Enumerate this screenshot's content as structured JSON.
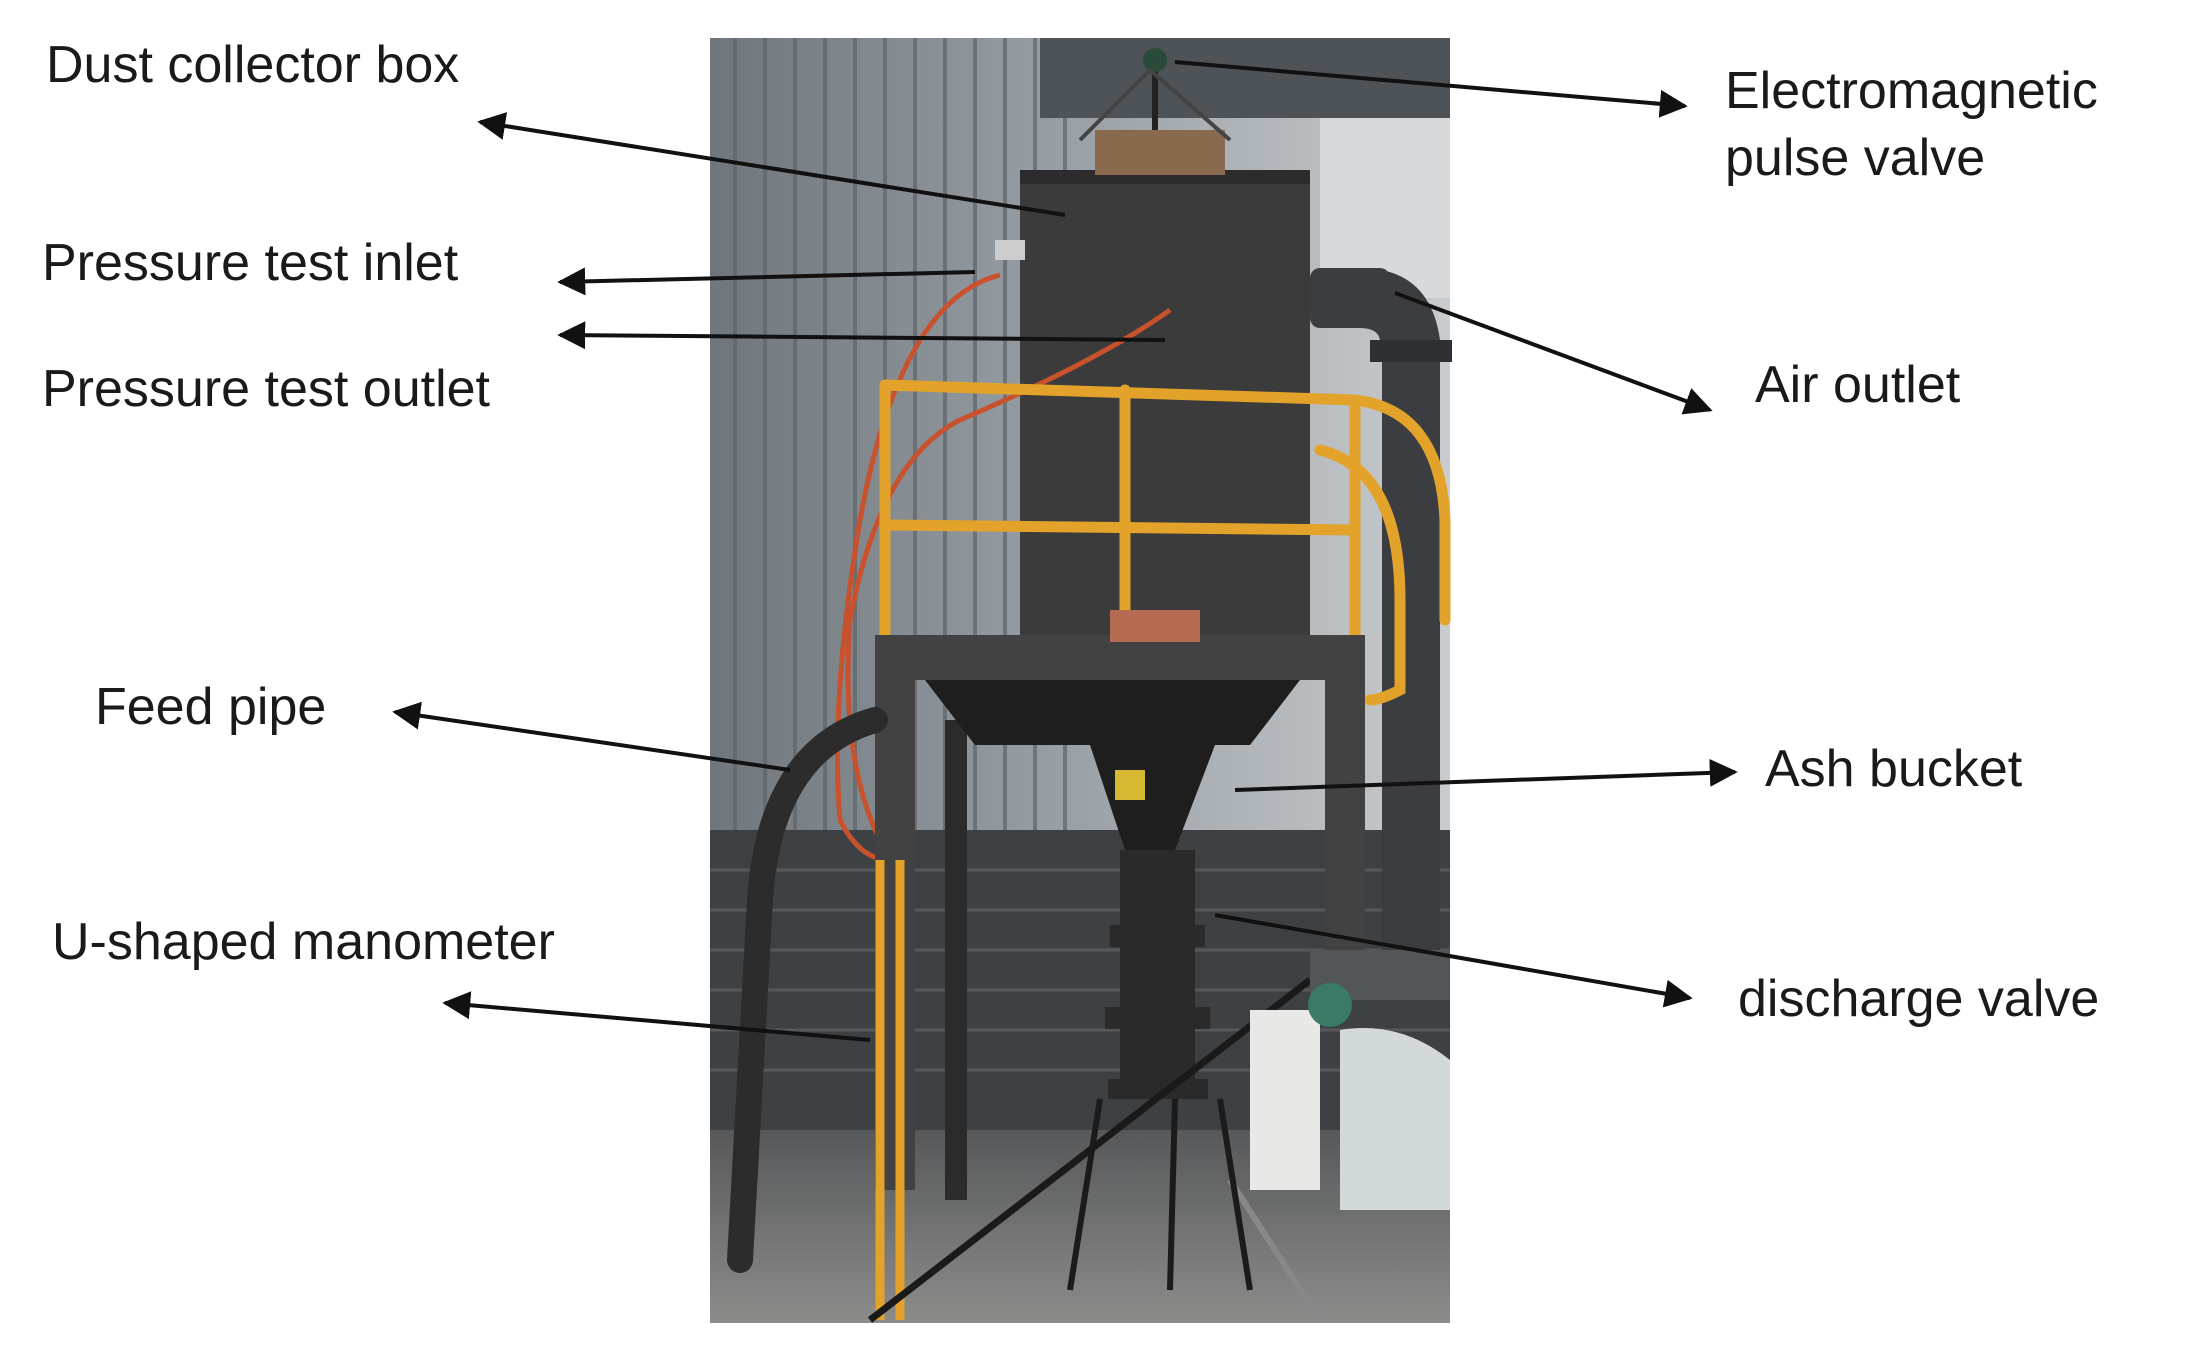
{
  "labels": {
    "dust_collector_box": "Dust collector box",
    "pressure_test_inlet": "Pressure test inlet",
    "pressure_test_outlet": "Pressure test outlet",
    "feed_pipe": "Feed pipe",
    "u_shaped_manometer": "U-shaped manometer",
    "electromagnetic_pulse_valve_line1": "Electromagnetic",
    "electromagnetic_pulse_valve_line2": "pulse valve",
    "air_outlet": "Air outlet",
    "ash_bucket": "Ash bucket",
    "discharge_valve": "discharge valve"
  },
  "colors": {
    "railing": "#e3a32a",
    "housing": "#3a3a3a",
    "wall": "#8a9096",
    "arrow": "#111111",
    "hose": "#c8522e"
  }
}
